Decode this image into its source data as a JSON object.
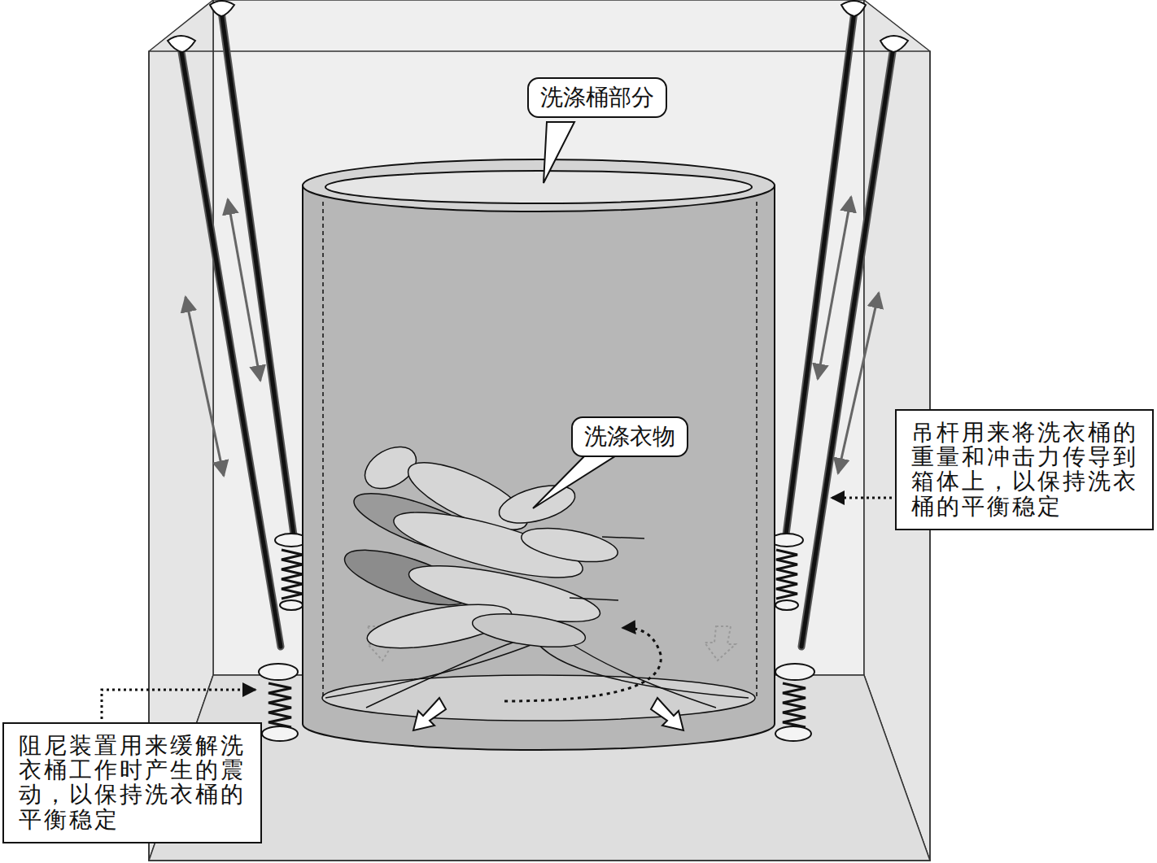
{
  "diagram": {
    "nodes": [
      {
        "text": [
          "洗涤桶部分"
        ]
      },
      {
        "text": [
          "洗涤衣物"
        ]
      },
      {
        "text": [
          "吊杆用来将洗衣桶的重量和冲击力传导到箱体上，以保持洗衣桶的平衡稳定"
        ]
      },
      {
        "text": [
          "阻尼装置用来缓解洗衣桶工作时产生的震动，以保持洗衣桶的平衡稳定"
        ]
      }
    ]
  }
}
